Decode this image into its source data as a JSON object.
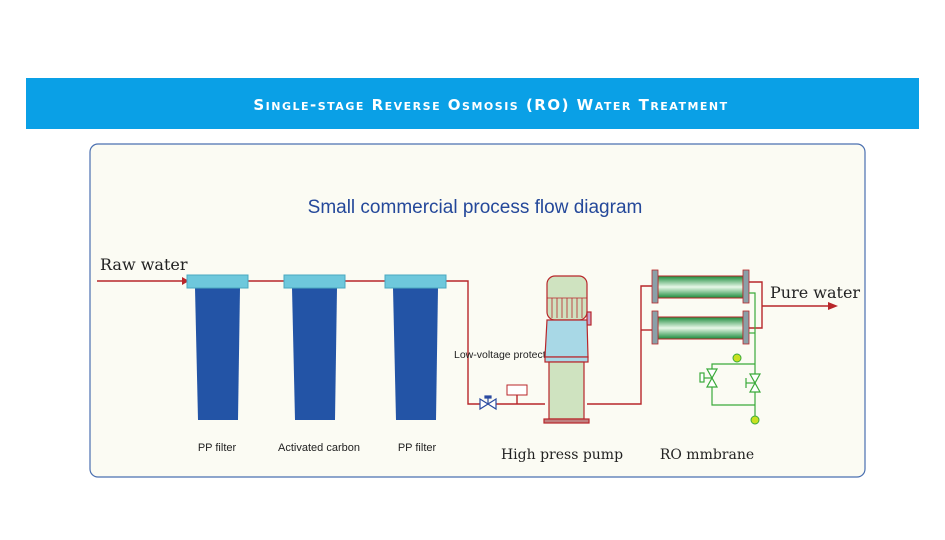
{
  "banner": {
    "title": "Single-stage Reverse Osmosis (RO) Water Treatment",
    "color": "#0aa0e6"
  },
  "diagram": {
    "subtitle": "Small commercial process flow diagram",
    "inlet_label": "Raw water",
    "outlet_label": "Pure water",
    "control_label": "Low-voltage protect",
    "filters": [
      {
        "label": "PP filter"
      },
      {
        "label": "Activated carbon"
      },
      {
        "label": "PP filter"
      }
    ],
    "pump_label": "High press pump",
    "membrane_label": "RO mmbrane",
    "colors": {
      "pipe": "#b8262a",
      "filter_body": "#2354a6",
      "filter_cap": "#6ec8dc",
      "drain_line": "#3aaa3a",
      "subtitle": "#24489a"
    }
  }
}
